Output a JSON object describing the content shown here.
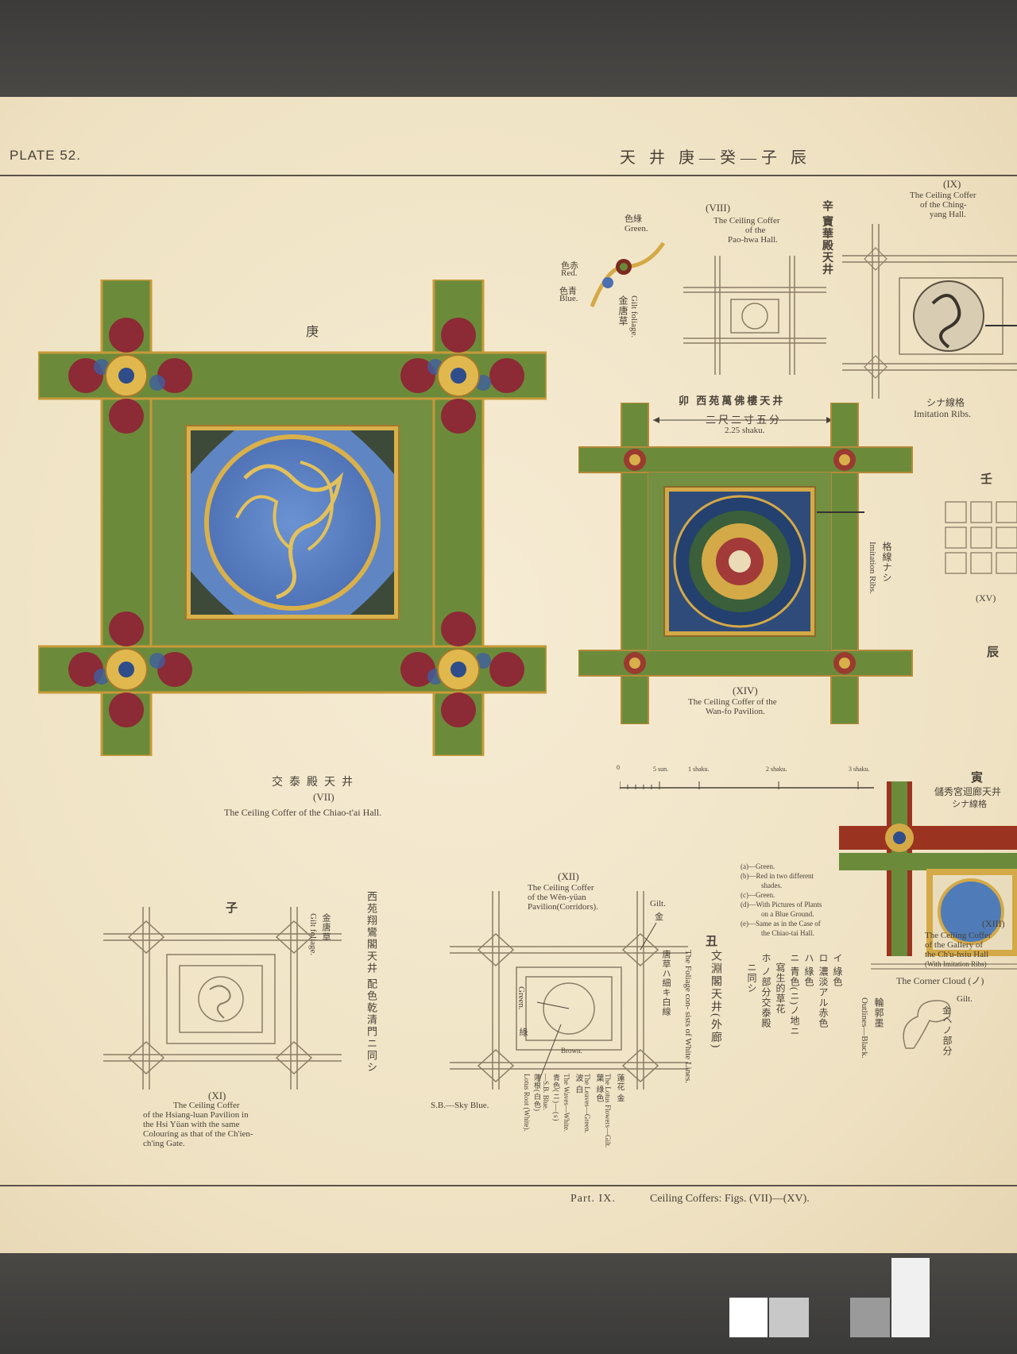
{
  "header": {
    "plate_label": "PLATE 52.",
    "plate_title_cn": "天 井 庚—癸—子 辰"
  },
  "fig_vii": {
    "char": "庚",
    "cn_name": "交泰殿天井",
    "numeral": "(VII)",
    "caption": "The Ceiling Coffer of the Chiao-t'ai Hall."
  },
  "fig_viii": {
    "numeral": "(VIII)",
    "caption_lines": [
      "The Ceiling Coffer",
      "of the",
      "Pao-hwa Hall."
    ],
    "cn_vertical": "辛 寶華殿天井"
  },
  "fig_ix": {
    "numeral": "(IX)",
    "caption_lines": [
      "The Ceiling Coffer",
      "of the Ching-",
      "yang Hall."
    ],
    "ribs_cn": "シナ線格",
    "ribs_en": "Imitation Ribs."
  },
  "color_key": {
    "green_cn": "色綠",
    "green_en": "Green.",
    "red_cn": "色赤",
    "red_en": "Red.",
    "blue_cn": "色青",
    "blue_en": "Blue.",
    "gilt_cn": "金唐草",
    "gilt_en": "Gilt foliage."
  },
  "fig_xiv": {
    "cn_title": "卯 西苑萬佛樓天井",
    "dimension_cn": "二尺二寸五分",
    "dimension_en": "2.25 shaku.",
    "numeral": "(XIV)",
    "caption_lines": [
      "The Ceiling Coffer of the",
      "Wan-fo Pavilion."
    ],
    "ribs_cn": "格線ナシ",
    "ribs_en": "Imitation Ribs."
  },
  "fig_xv": {
    "char": "壬",
    "numeral": "(XV)",
    "chen": "辰"
  },
  "scale": {
    "labels": [
      "0",
      "5 sun.",
      "1 shaku.",
      "2 shaku.",
      "3 shaku."
    ],
    "values": [
      0,
      0.5,
      1,
      2,
      3
    ]
  },
  "fig_xiii": {
    "char": "寅",
    "cn_title": "儲秀宮迴廊天井",
    "cn_sub": "シナ線格",
    "numeral": "(XIII)",
    "caption_lines": [
      "The Ceiling Coffer",
      "of the Gallery of",
      "the Ch'u-hsiu Hall",
      "(With Imitation Ribs)"
    ],
    "corner_cloud": "The Corner Cloud (ノ)",
    "gilt_cn": "金",
    "gilt_en": "Gilt.",
    "part_cn": "ヘノ部分",
    "outlines_cn": "輪郭墨",
    "outlines_en": "Outlines—Black."
  },
  "legend_notes": [
    "(a)—Green.",
    "(b)—Red in two different",
    "shades.",
    "(c)—Green.",
    "(d)—With Pictures of Plants",
    "on a Blue Ground.",
    "(e)—Same as in the Case of",
    "the Chiao-tai Hall."
  ],
  "legend_cn_columns": [
    "イ 綠色",
    "ロ 濃淡アル赤色",
    "ハ 綠色",
    "ニ 青色(ニ)ノ地ニ",
    "寫生的草花",
    "ホ ノ部分交泰殿",
    "ニ同シ"
  ],
  "fig_xi": {
    "char": "子",
    "numeral": "(XI)",
    "caption_lines": [
      "The Ceiling Coffer",
      "of the Hsiang-luan Pavilion in",
      "the Hsi Yüan with the same",
      "Colouring as that of the Ch'ien-",
      "ch'ing Gate."
    ],
    "gilt_cn": "金唐草",
    "gilt_en": "Gilt foliage.",
    "cn_vertical": "西苑翔鸞閣天井 配色乾清門ニ同シ"
  },
  "fig_xii": {
    "numeral": "(XII)",
    "caption_lines": [
      "The Ceiling Coffer",
      "of the Wên-yüan",
      "Pavilion(Corridors)."
    ],
    "gilt_en": "Gilt.",
    "gilt_cn": "金",
    "green_en": "Green.",
    "green_cn": "綠",
    "brown_en": "Brown.",
    "sb_note": "S.B.—Sky Blue.",
    "chou": "丑",
    "cn_vertical": "文淵閣天井(外廊)",
    "foliage_en": "The Foliage con- sists of White Lines.",
    "foliage_cn": "唐草ハ細キ白線",
    "lotus_en": "The Lotus Flowers—Gilt.",
    "lotus_cn": "蓮花 金",
    "leaves": "The Leaves—Green.",
    "leaves_cn": "葉 綠色",
    "waves": "The Waves—White.",
    "waves_cn": "波 白",
    "blue": "青色(ニ)—(s)",
    "sb_cn": "—S.B. Blue.",
    "root_cn": "蓮根(白色)",
    "root_en": "Lotus Root (White)."
  },
  "footer": {
    "part_label": "Part. IX.",
    "caption": "Ceiling Coffers: Figs. (VII)—(XV)."
  },
  "colors": {
    "paper": "#f2e6c9",
    "green": "#6f8a3c",
    "gold": "#d9b04a",
    "blue": "#5e84c4",
    "red": "#9a3420",
    "ink": "#4a4238"
  }
}
